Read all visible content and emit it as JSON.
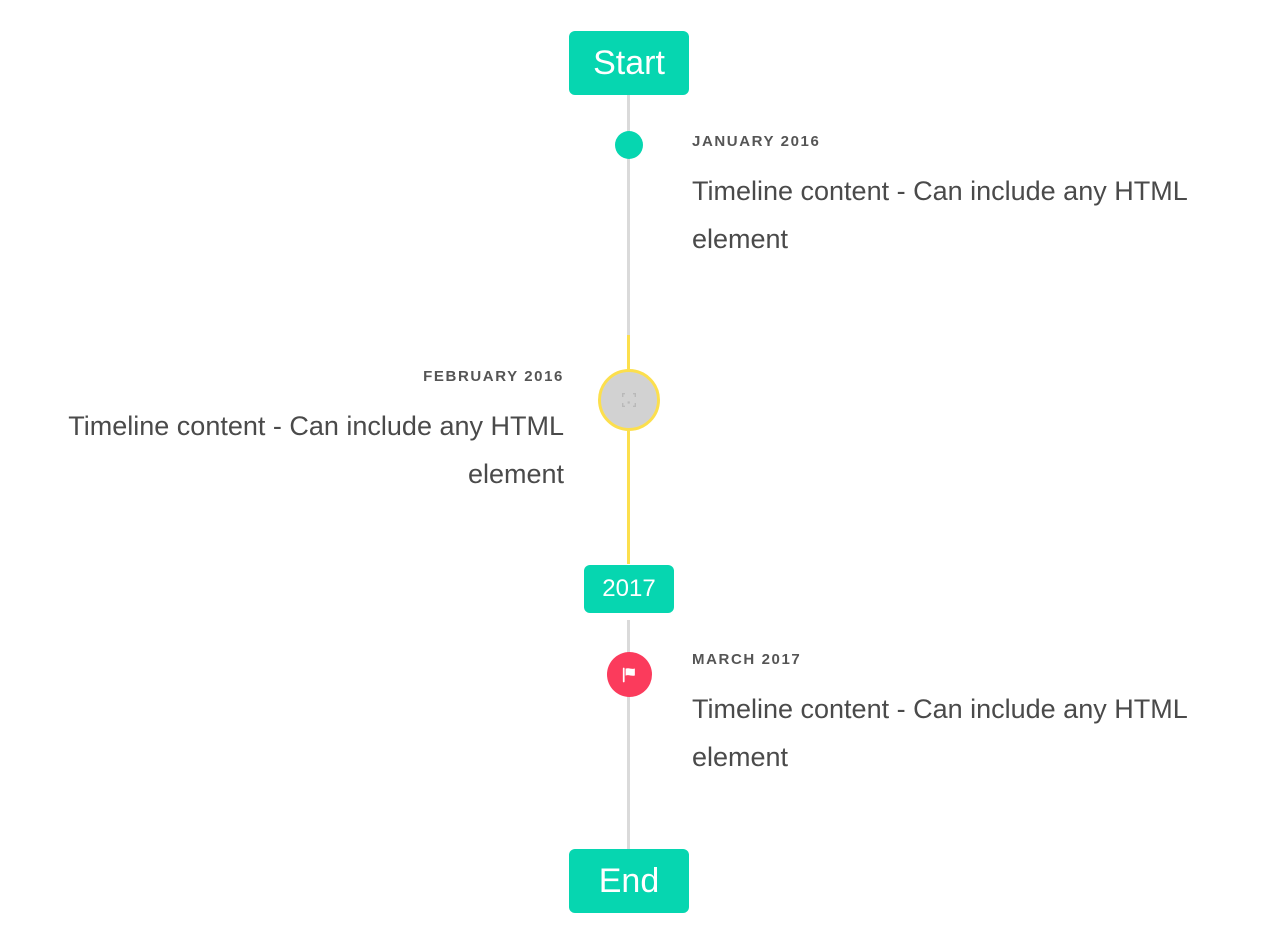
{
  "theme": {
    "accent_teal": "#06d6b0",
    "accent_yellow": "#fcdf4d",
    "accent_pink": "#fb3b5c",
    "line_gray": "#dadada",
    "marker_gray": "#d2d2d2",
    "text_body": "#4a4a4a",
    "text_date": "#555555",
    "background": "#ffffff"
  },
  "timeline": {
    "start_label": "Start",
    "year_label": "2017",
    "end_label": "End",
    "entries": [
      {
        "date": "JANUARY 2016",
        "body": "Timeline content - Can include any HTML element",
        "side": "right",
        "marker": "dot-icon"
      },
      {
        "date": "FEBRUARY 2016",
        "body": "Timeline content - Can include any HTML element",
        "side": "left",
        "marker": "broken-image-icon"
      },
      {
        "date": "MARCH 2017",
        "body": "Timeline content - Can include any HTML element",
        "side": "right",
        "marker": "flag-icon"
      }
    ]
  }
}
